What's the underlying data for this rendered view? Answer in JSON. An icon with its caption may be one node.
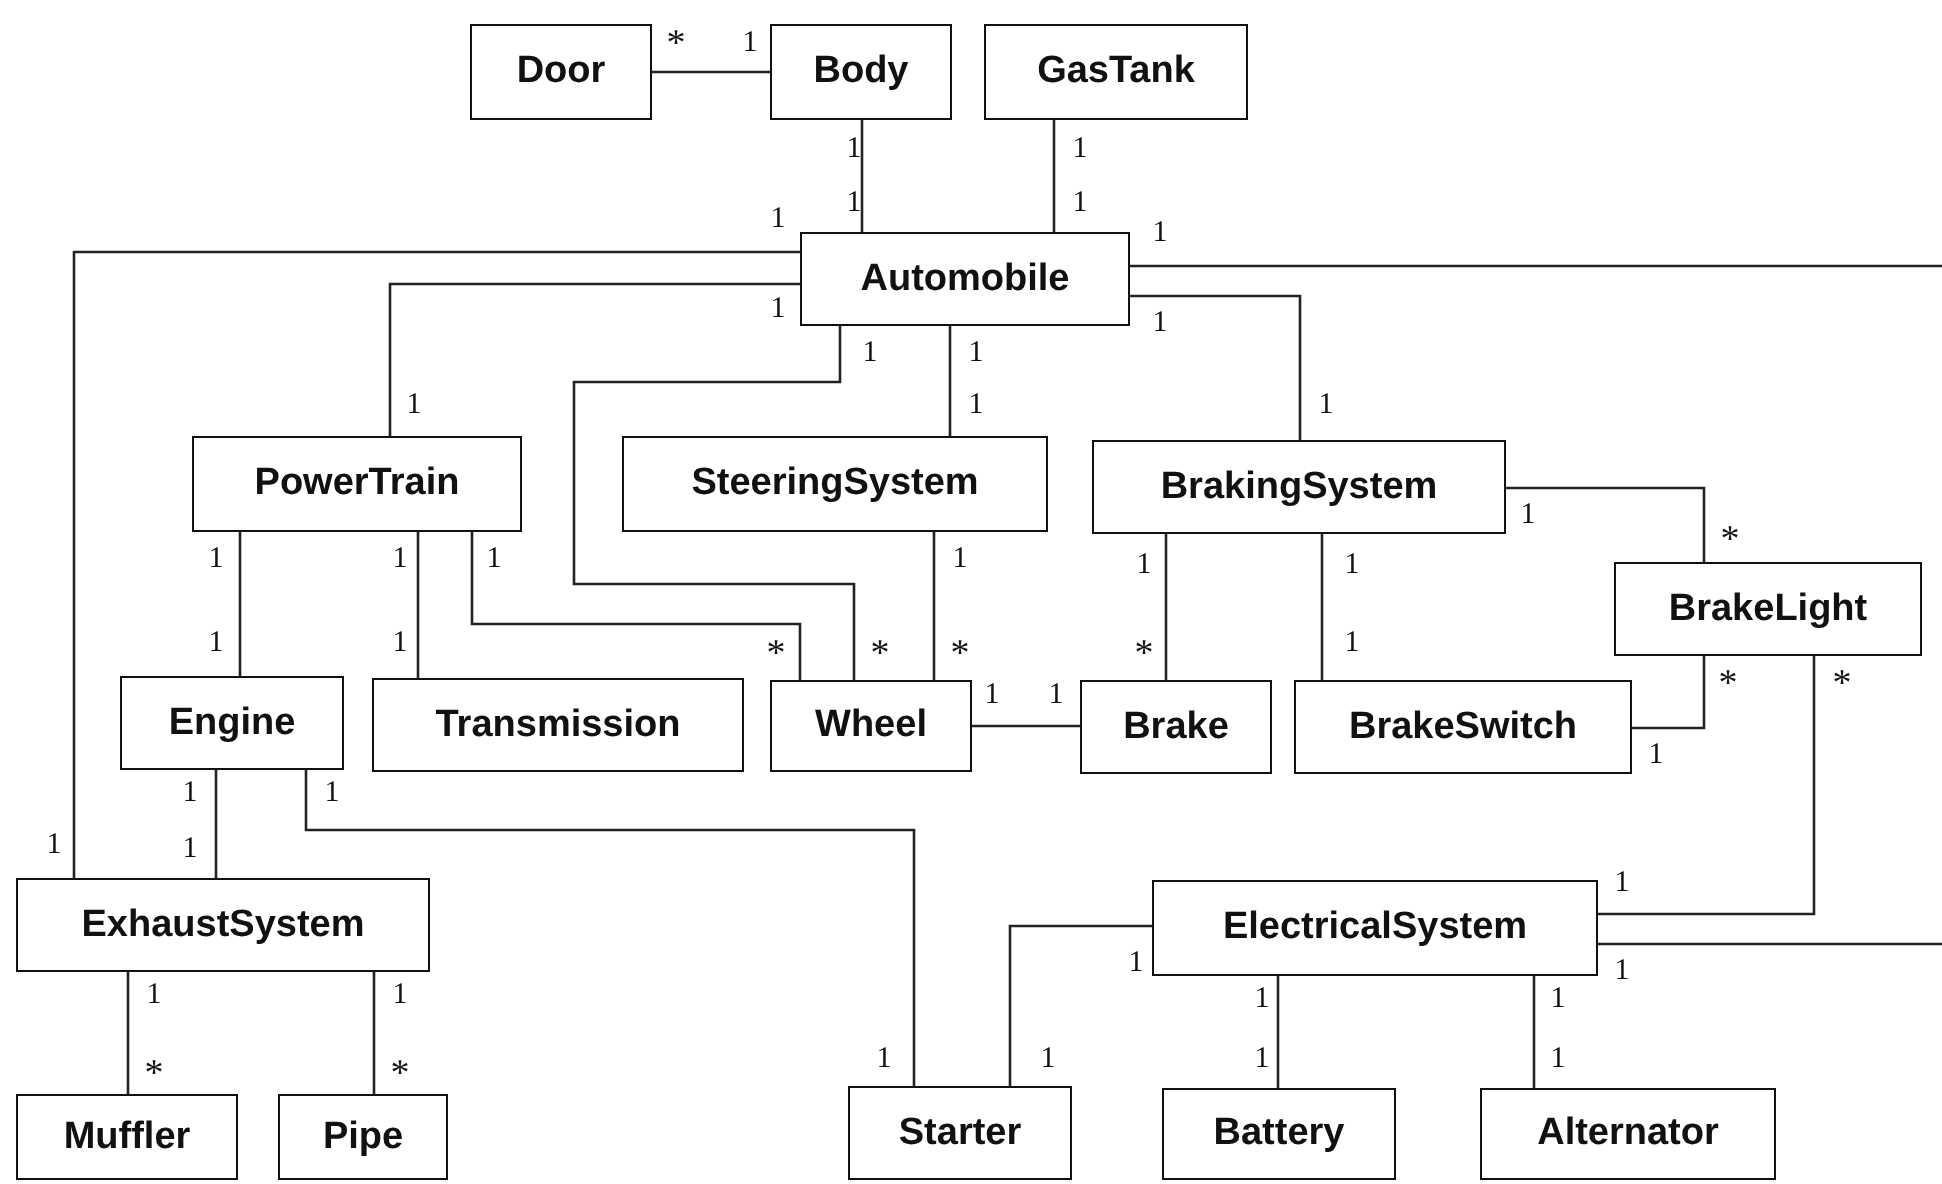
{
  "diagram": {
    "nodes": [
      {
        "text": [
          "Door"
        ]
      },
      {
        "text": [
          "Body"
        ]
      },
      {
        "text": [
          "GasTank"
        ]
      },
      {
        "text": [
          "Automobile"
        ]
      },
      {
        "text": [
          "PowerTrain"
        ]
      },
      {
        "text": [
          "SteeringSystem"
        ]
      },
      {
        "text": [
          "BrakingSystem"
        ]
      },
      {
        "text": [
          "BrakeLight"
        ]
      },
      {
        "text": [
          "Engine"
        ]
      },
      {
        "text": [
          "Transmission"
        ]
      },
      {
        "text": [
          "Wheel"
        ]
      },
      {
        "text": [
          "Brake"
        ]
      },
      {
        "text": [
          "BrakeSwitch"
        ]
      },
      {
        "text": [
          "ExhaustSystem"
        ]
      },
      {
        "text": [
          "ElectricalSystem"
        ]
      },
      {
        "text": [
          "Muffler"
        ]
      },
      {
        "text": [
          "Pipe"
        ]
      },
      {
        "text": [
          "Starter"
        ]
      },
      {
        "text": [
          "Battery"
        ]
      },
      {
        "text": [
          "Alternator"
        ]
      }
    ],
    "edges": [
      {
        "from": 0,
        "to": 1,
        "arrow": "none"
      },
      {
        "from": 1,
        "to": 3,
        "arrow": "none"
      },
      {
        "from": 2,
        "to": 3,
        "arrow": "none"
      },
      {
        "from": 3,
        "to": 13,
        "arrow": "none"
      },
      {
        "from": 3,
        "to": 4,
        "arrow": "none"
      },
      {
        "from": 3,
        "to": 10,
        "arrow": "none"
      },
      {
        "from": 3,
        "to": 5,
        "arrow": "none"
      },
      {
        "from": 3,
        "to": 6,
        "arrow": "none"
      },
      {
        "from": 3,
        "to": null,
        "arrow": "none"
      },
      {
        "from": 4,
        "to": 8,
        "arrow": "none"
      },
      {
        "from": 4,
        "to": 9,
        "arrow": "none"
      },
      {
        "from": 4,
        "to": 10,
        "arrow": "none"
      },
      {
        "from": 5,
        "to": 10,
        "arrow": "none"
      },
      {
        "from": 10,
        "to": 11,
        "arrow": "none"
      },
      {
        "from": 6,
        "to": 11,
        "arrow": "none"
      },
      {
        "from": 6,
        "to": 12,
        "arrow": "none"
      },
      {
        "from": 6,
        "to": 7,
        "arrow": "none"
      },
      {
        "from": 12,
        "to": 7,
        "arrow": "none"
      },
      {
        "from": 7,
        "to": 14,
        "arrow": "none"
      },
      {
        "from": 14,
        "to": null,
        "arrow": "none"
      },
      {
        "from": 8,
        "to": 13,
        "arrow": "none"
      },
      {
        "from": 8,
        "to": 17,
        "arrow": "none"
      },
      {
        "from": 13,
        "to": 15,
        "arrow": "none"
      },
      {
        "from": 13,
        "to": 16,
        "arrow": "none"
      },
      {
        "from": 14,
        "to": 17,
        "arrow": "none"
      },
      {
        "from": 14,
        "to": 18,
        "arrow": "none"
      },
      {
        "from": 14,
        "to": 19,
        "arrow": "none"
      }
    ],
    "labels": [
      "*",
      "1",
      "1",
      "1",
      "1",
      "1",
      "1",
      "1",
      "1",
      "1",
      "1",
      "1",
      "1",
      "1",
      "1",
      "1",
      "*",
      "1",
      "1",
      "1",
      "1",
      "1",
      "1",
      "1",
      "1",
      "1",
      "*",
      "*",
      "*",
      "*",
      "*",
      "*",
      "1",
      "1",
      "1",
      "1",
      "1",
      "1",
      "1",
      "1",
      "1",
      "1",
      "1",
      "1",
      "1",
      "1",
      "*",
      "*",
      "1",
      "1",
      "1",
      "1"
    ]
  }
}
